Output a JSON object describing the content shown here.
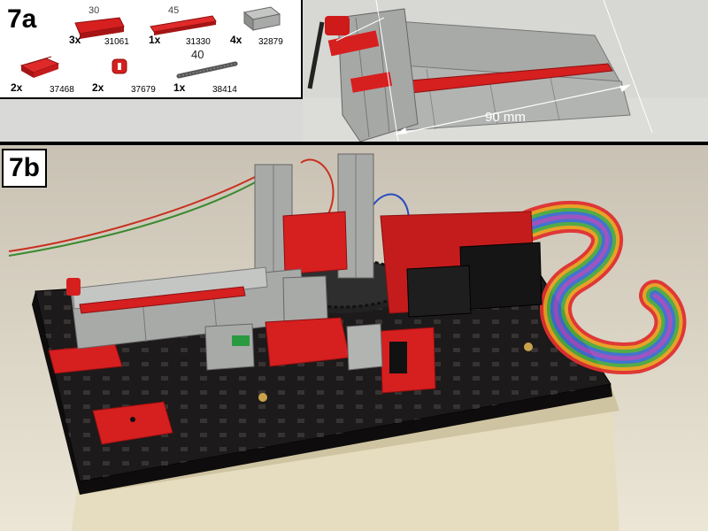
{
  "step_a": {
    "label": "7a",
    "parts": [
      {
        "qty": "3x",
        "number": "31061",
        "length": "30"
      },
      {
        "qty": "1x",
        "number": "31330",
        "length": "45"
      },
      {
        "qty": "4x",
        "number": "32879"
      },
      {
        "qty": "2x",
        "number": "37468"
      },
      {
        "qty": "2x",
        "number": "37679"
      },
      {
        "qty": "1x",
        "number": "38414",
        "length": "40"
      }
    ],
    "measurement": "90 mm"
  },
  "step_b": {
    "label": "7b"
  },
  "colors": {
    "brick_red": "#d61f1f",
    "brick_grey": "#a8aaa8",
    "baseplate_black": "#1c1a1a",
    "wood": "#e6ddc0",
    "background": "#d9d9d7"
  }
}
